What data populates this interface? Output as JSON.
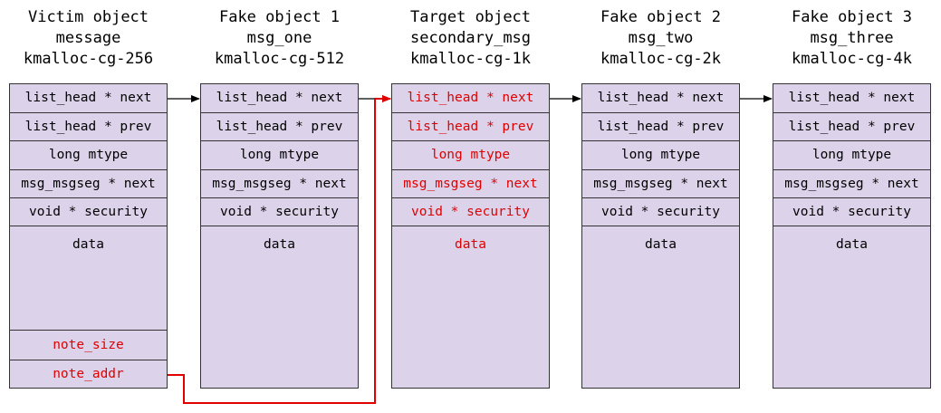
{
  "diagram": {
    "colors": {
      "box_fill": "#dcd3ea",
      "border": "#333333",
      "highlight": "#e00000",
      "text": "#000000"
    },
    "objects": [
      {
        "id": "victim",
        "title": [
          "Victim object",
          "message",
          "kmalloc-cg-256"
        ],
        "fields": [
          {
            "label": "list_head * next",
            "highlight": false
          },
          {
            "label": "list_head * prev",
            "highlight": false
          },
          {
            "label": "long mtype",
            "highlight": false
          },
          {
            "label": "msg_msgseg * next",
            "highlight": false
          },
          {
            "label": "void * security",
            "highlight": false
          },
          {
            "label": "data",
            "highlight": false
          },
          {
            "label": "note_size",
            "highlight": true
          },
          {
            "label": "note_addr",
            "highlight": true
          }
        ]
      },
      {
        "id": "fake1",
        "title": [
          "Fake object 1",
          "msg_one",
          "kmalloc-cg-512"
        ],
        "fields": [
          {
            "label": "list_head * next",
            "highlight": false
          },
          {
            "label": "list_head * prev",
            "highlight": false
          },
          {
            "label": "long mtype",
            "highlight": false
          },
          {
            "label": "msg_msgseg * next",
            "highlight": false
          },
          {
            "label": "void * security",
            "highlight": false
          },
          {
            "label": "data",
            "highlight": false
          }
        ]
      },
      {
        "id": "target",
        "title": [
          "Target object",
          "secondary_msg",
          "kmalloc-cg-1k"
        ],
        "fields": [
          {
            "label": "list_head * next",
            "highlight": true
          },
          {
            "label": "list_head * prev",
            "highlight": true
          },
          {
            "label": "long mtype",
            "highlight": true
          },
          {
            "label": "msg_msgseg * next",
            "highlight": true
          },
          {
            "label": "void * security",
            "highlight": true
          },
          {
            "label": "data",
            "highlight": true
          }
        ]
      },
      {
        "id": "fake2",
        "title": [
          "Fake object 2",
          "msg_two",
          "kmalloc-cg-2k"
        ],
        "fields": [
          {
            "label": "list_head * next",
            "highlight": false
          },
          {
            "label": "list_head * prev",
            "highlight": false
          },
          {
            "label": "long mtype",
            "highlight": false
          },
          {
            "label": "msg_msgseg * next",
            "highlight": false
          },
          {
            "label": "void * security",
            "highlight": false
          },
          {
            "label": "data",
            "highlight": false
          }
        ]
      },
      {
        "id": "fake3",
        "title": [
          "Fake object 3",
          "msg_three",
          "kmalloc-cg-4k"
        ],
        "fields": [
          {
            "label": "list_head * next",
            "highlight": false
          },
          {
            "label": "list_head * prev",
            "highlight": false
          },
          {
            "label": "long mtype",
            "highlight": false
          },
          {
            "label": "msg_msgseg * next",
            "highlight": false
          },
          {
            "label": "void * security",
            "highlight": false
          },
          {
            "label": "data",
            "highlight": false
          }
        ]
      }
    ],
    "links": [
      {
        "from": "victim",
        "from_field": "list_head * next",
        "to": "fake1",
        "highlight": false
      },
      {
        "from": "fake1",
        "from_field": "list_head * next",
        "to": "target",
        "highlight": false
      },
      {
        "from": "target",
        "from_field": "list_head * next",
        "to": "fake2",
        "highlight": false
      },
      {
        "from": "fake2",
        "from_field": "list_head * next",
        "to": "fake3",
        "highlight": false
      },
      {
        "from": "victim",
        "from_field": "note_addr",
        "to": "target",
        "highlight": true
      }
    ]
  }
}
